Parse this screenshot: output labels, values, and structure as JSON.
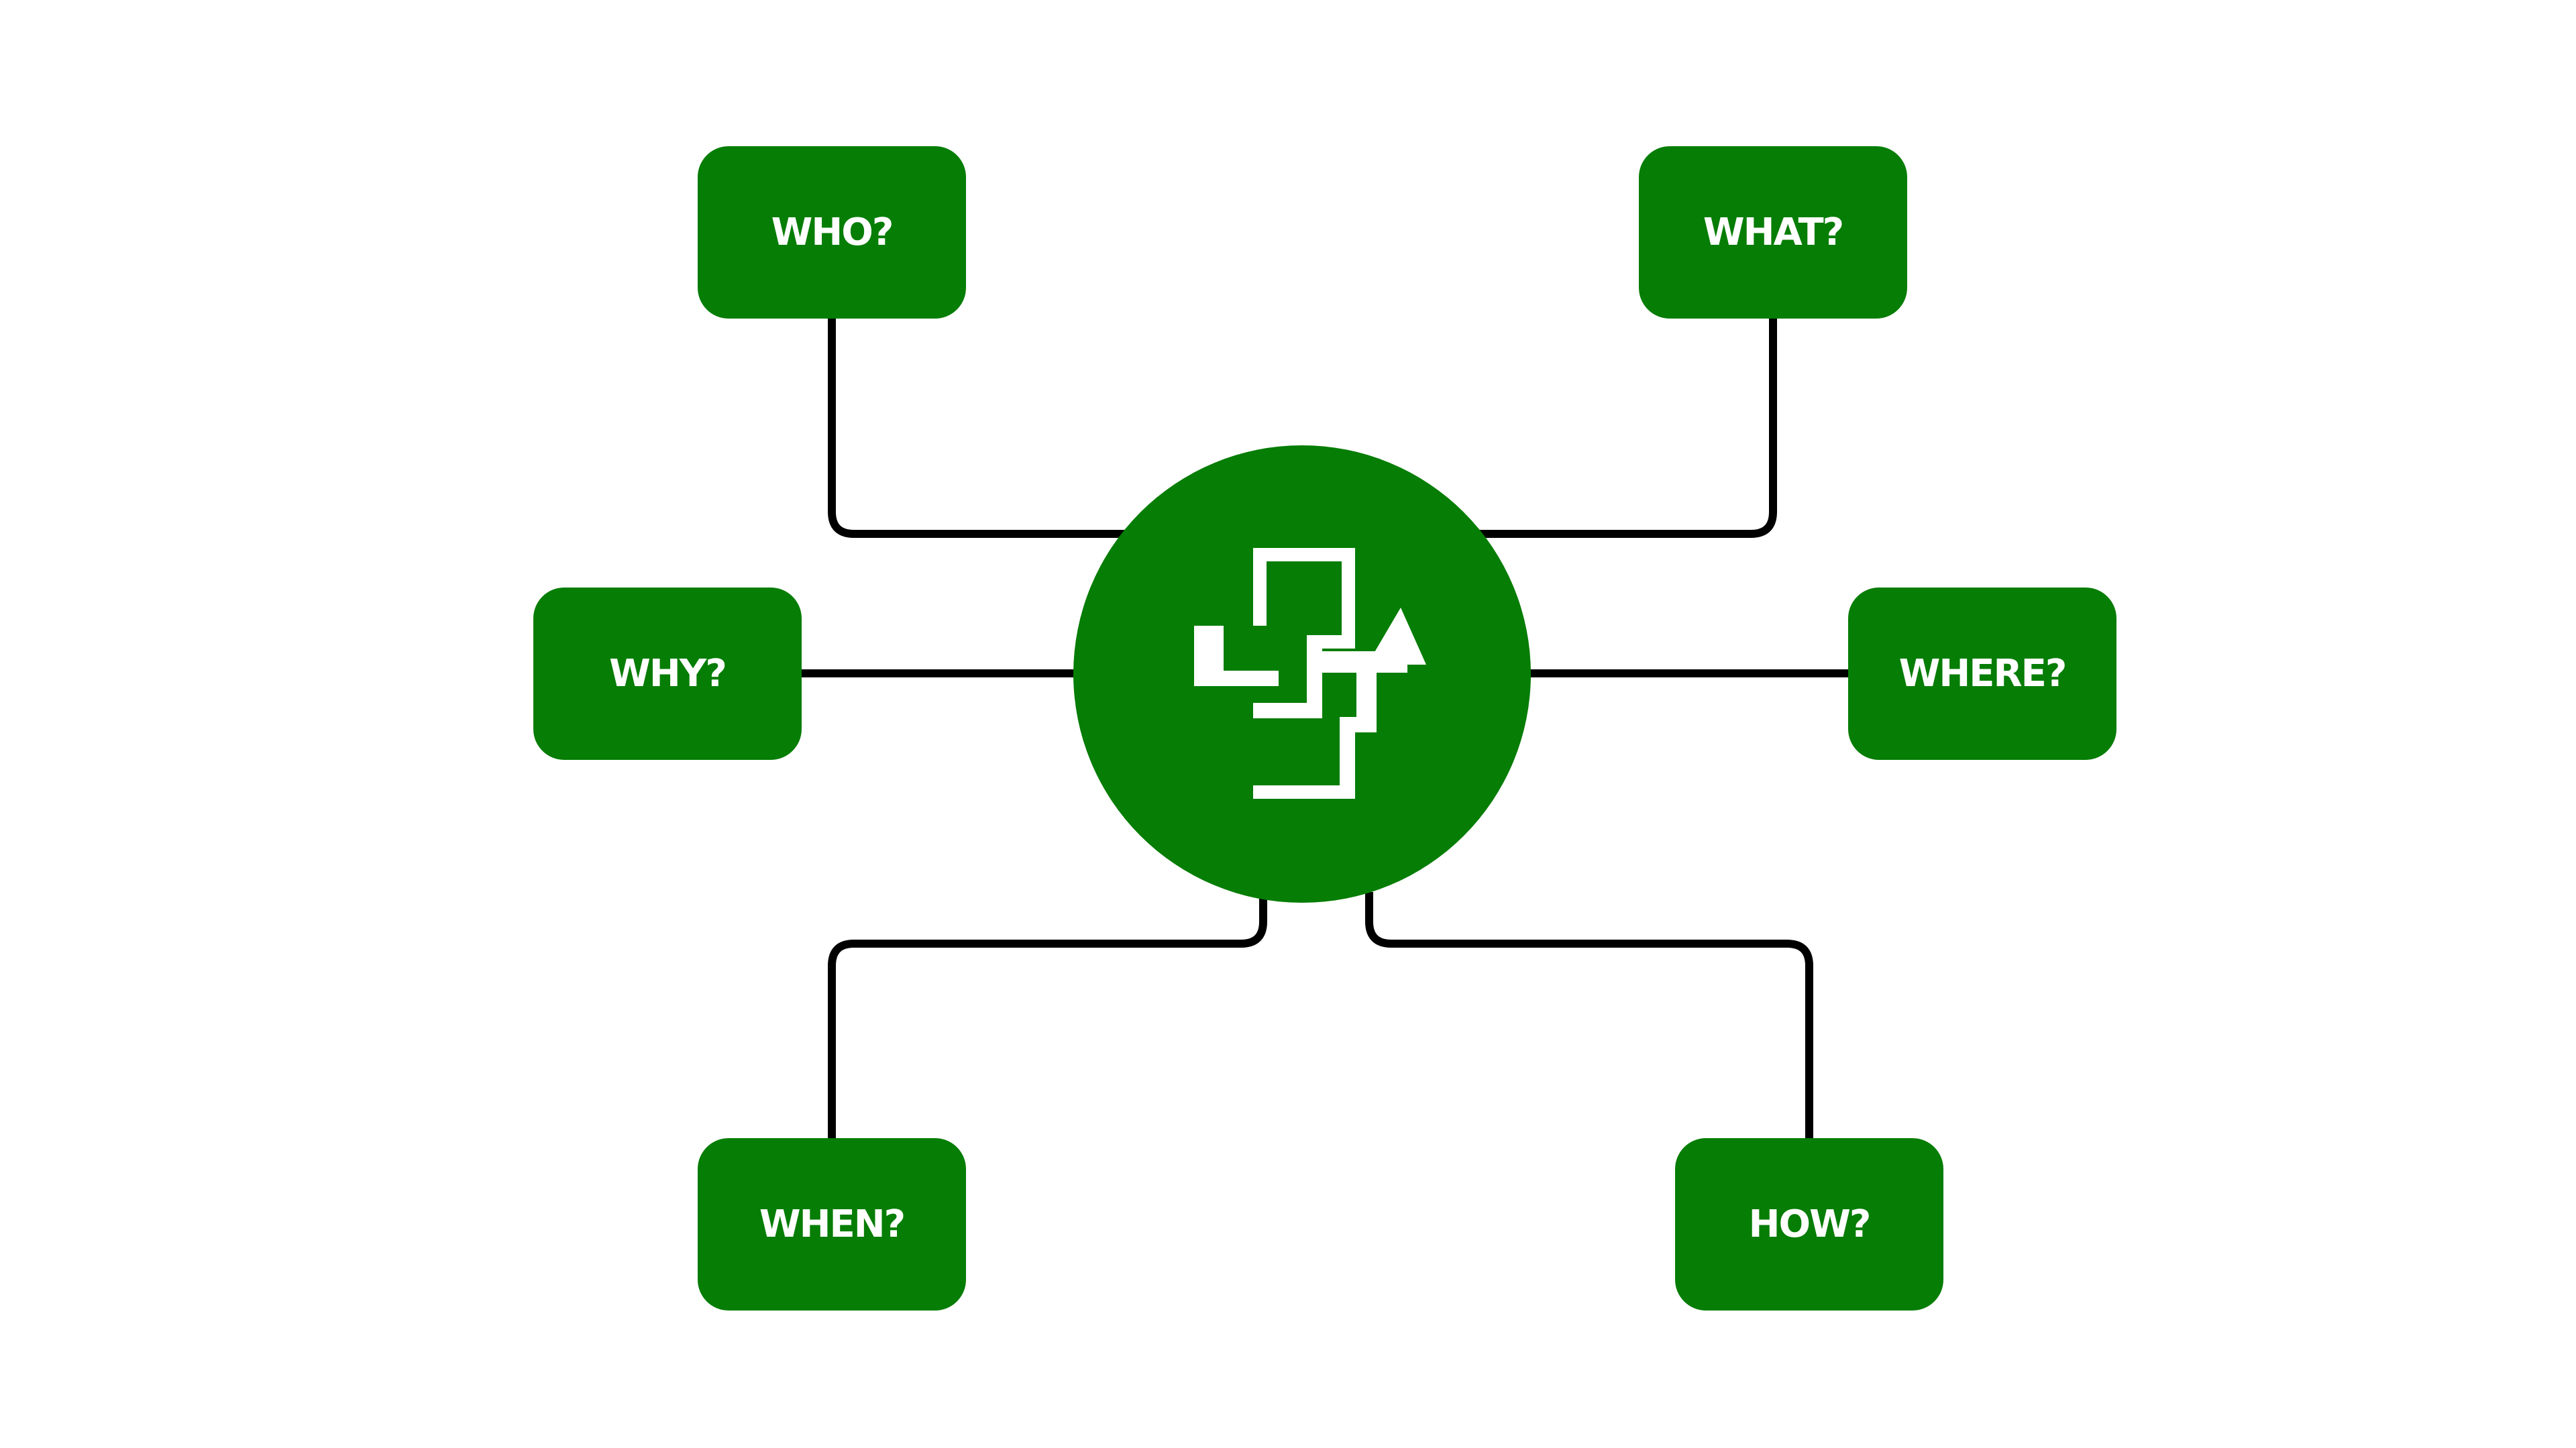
{
  "colors": {
    "node_fill": "#067d05",
    "label_text": "#ffffff",
    "connector": "#000000",
    "background": "#ffffff"
  },
  "hub": {
    "icon": "plus-arrow-logo-icon"
  },
  "nodes": {
    "who": {
      "label": "WHO?"
    },
    "what": {
      "label": "WHAT?"
    },
    "why": {
      "label": "WHY?"
    },
    "where": {
      "label": "WHERE?"
    },
    "when": {
      "label": "WHEN?"
    },
    "how": {
      "label": "HOW?"
    }
  }
}
